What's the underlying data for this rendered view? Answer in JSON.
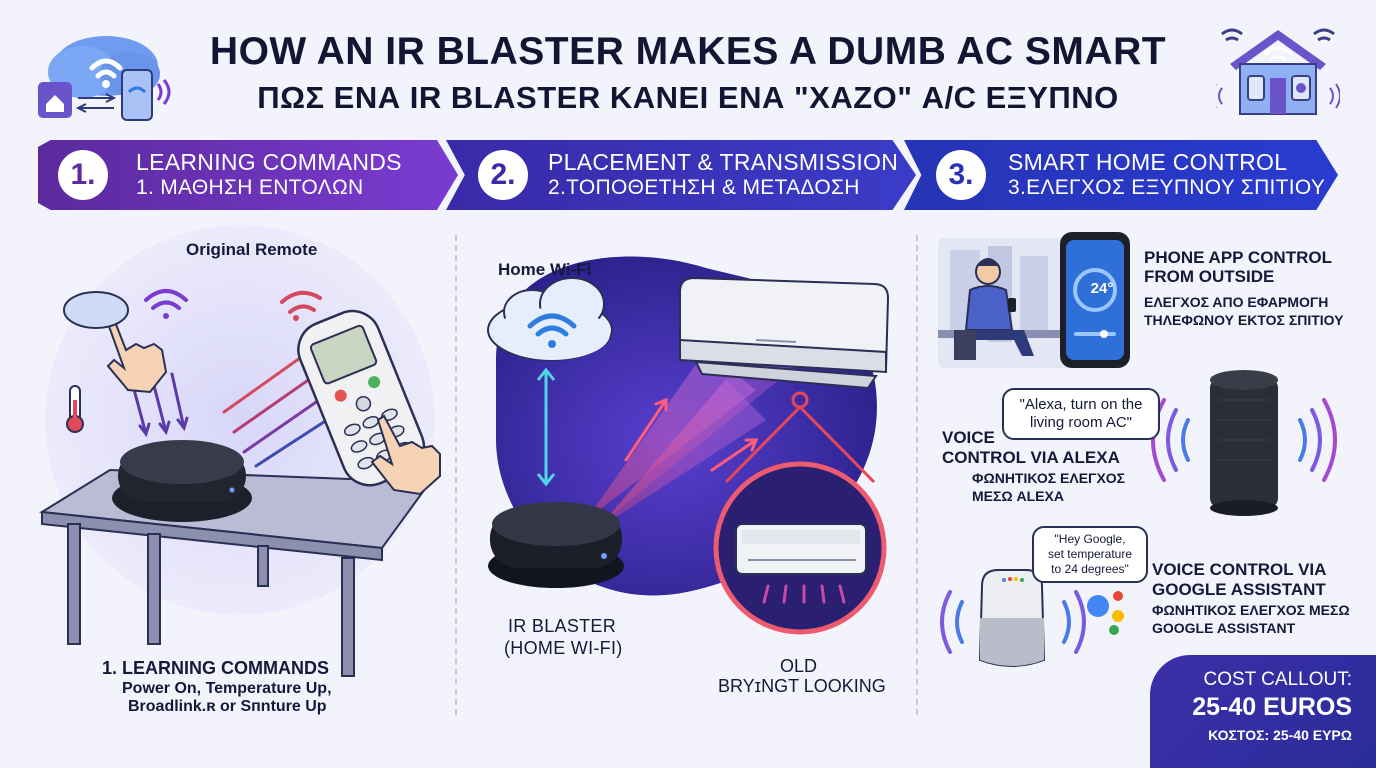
{
  "title": {
    "line1": "HOW AN IR BLASTER MAKES A DUMB AC SMART",
    "line2": "ΠΩΣ ΕΝΑ IR BLASTER ΚΑΝΕΙ ΕΝΑ \"ΧΑΖΟ\" A/C ΕΞΥΠΝΟ"
  },
  "steps": [
    {
      "number": "1.",
      "title_en": "LEARNING COMMANDS",
      "title_gr": "1. ΜΑΘΗΣΗ ΕΝΤΟΛΩΝ"
    },
    {
      "number": "2.",
      "title_en": "PLACEMENT & TRANSMISSION",
      "title_gr": "2.ΤΟΠΟΘΕΤΗΣΗ & ΜΕΤΑΔΟΣΗ"
    },
    {
      "number": "3.",
      "title_en": "SMART HOME CONTROL",
      "title_gr": "3.ΕΛΕΓΧΟΣ ΕΞΥΠΝΟΥ ΣΠΙΤΙΟΥ"
    }
  ],
  "panel1": {
    "remote_label": "Original Remote",
    "caption_title": "1.  LEARNING COMMANDS",
    "caption_line2": "Power On, Temperature Up,",
    "caption_line3": "Broadlink.ʀ or Sпnture Up"
  },
  "panel2": {
    "wifi_label": "Home Wi-Fi",
    "blaster_label_1": "IR BLASTER",
    "blaster_label_2": "(HOME WI-FI)",
    "old_label_1": "OLD",
    "old_label_2": "BRYɪNGT LOOKING"
  },
  "panel3": {
    "phone_title_1": "PHONE APP CONTROL",
    "phone_title_2": "FROM OUTSIDE",
    "phone_gr_1": "ΕΛΕΓΧΟΣ ΑΠΟ ΕΦΑΡΜΟΓΗ",
    "phone_gr_2": "ΤΗΛΕΦΩΝΟΥ ΕΚΤΟΣ ΣΠΙΤΙΟΥ",
    "phone_temp": "24°",
    "alexa_quote_1": "\"Alexa, turn on the",
    "alexa_quote_2": "living room AC\"",
    "alexa_title_1": "VOICE",
    "alexa_title_2": "CONTROL VIA ALEXA",
    "alexa_gr_1": "ΦΩΝΗΤΙΚΟΣ ΕΛΕΓΧΟΣ",
    "alexa_gr_2": "ΜΕΣΩ ALEXA",
    "google_quote_1": "\"Hey Google,",
    "google_quote_2": "set temperature",
    "google_quote_3": "to 24 degrees\"",
    "google_title_1": "VOICE CONTROL VIA",
    "google_title_2": "GOOGLE ASSISTANT",
    "google_gr_1": "ΦΩΝΗΤΙΚΟΣ ΕΛΕΓΧΟΣ ΜΕΣΩ",
    "google_gr_2": "GOOGLE ASSISTANT"
  },
  "cost": {
    "label": "COST CALLOUT:",
    "value": "25-40 EUROS",
    "greek": "ΚΟΣΤΟΣ: 25-40 ΕΥΡΩ"
  },
  "colors": {
    "accent_purple": "#5b2a9d",
    "accent_blue": "#2634b5",
    "ir_red": "#e8475a",
    "wifi_blue": "#2f7de0"
  }
}
